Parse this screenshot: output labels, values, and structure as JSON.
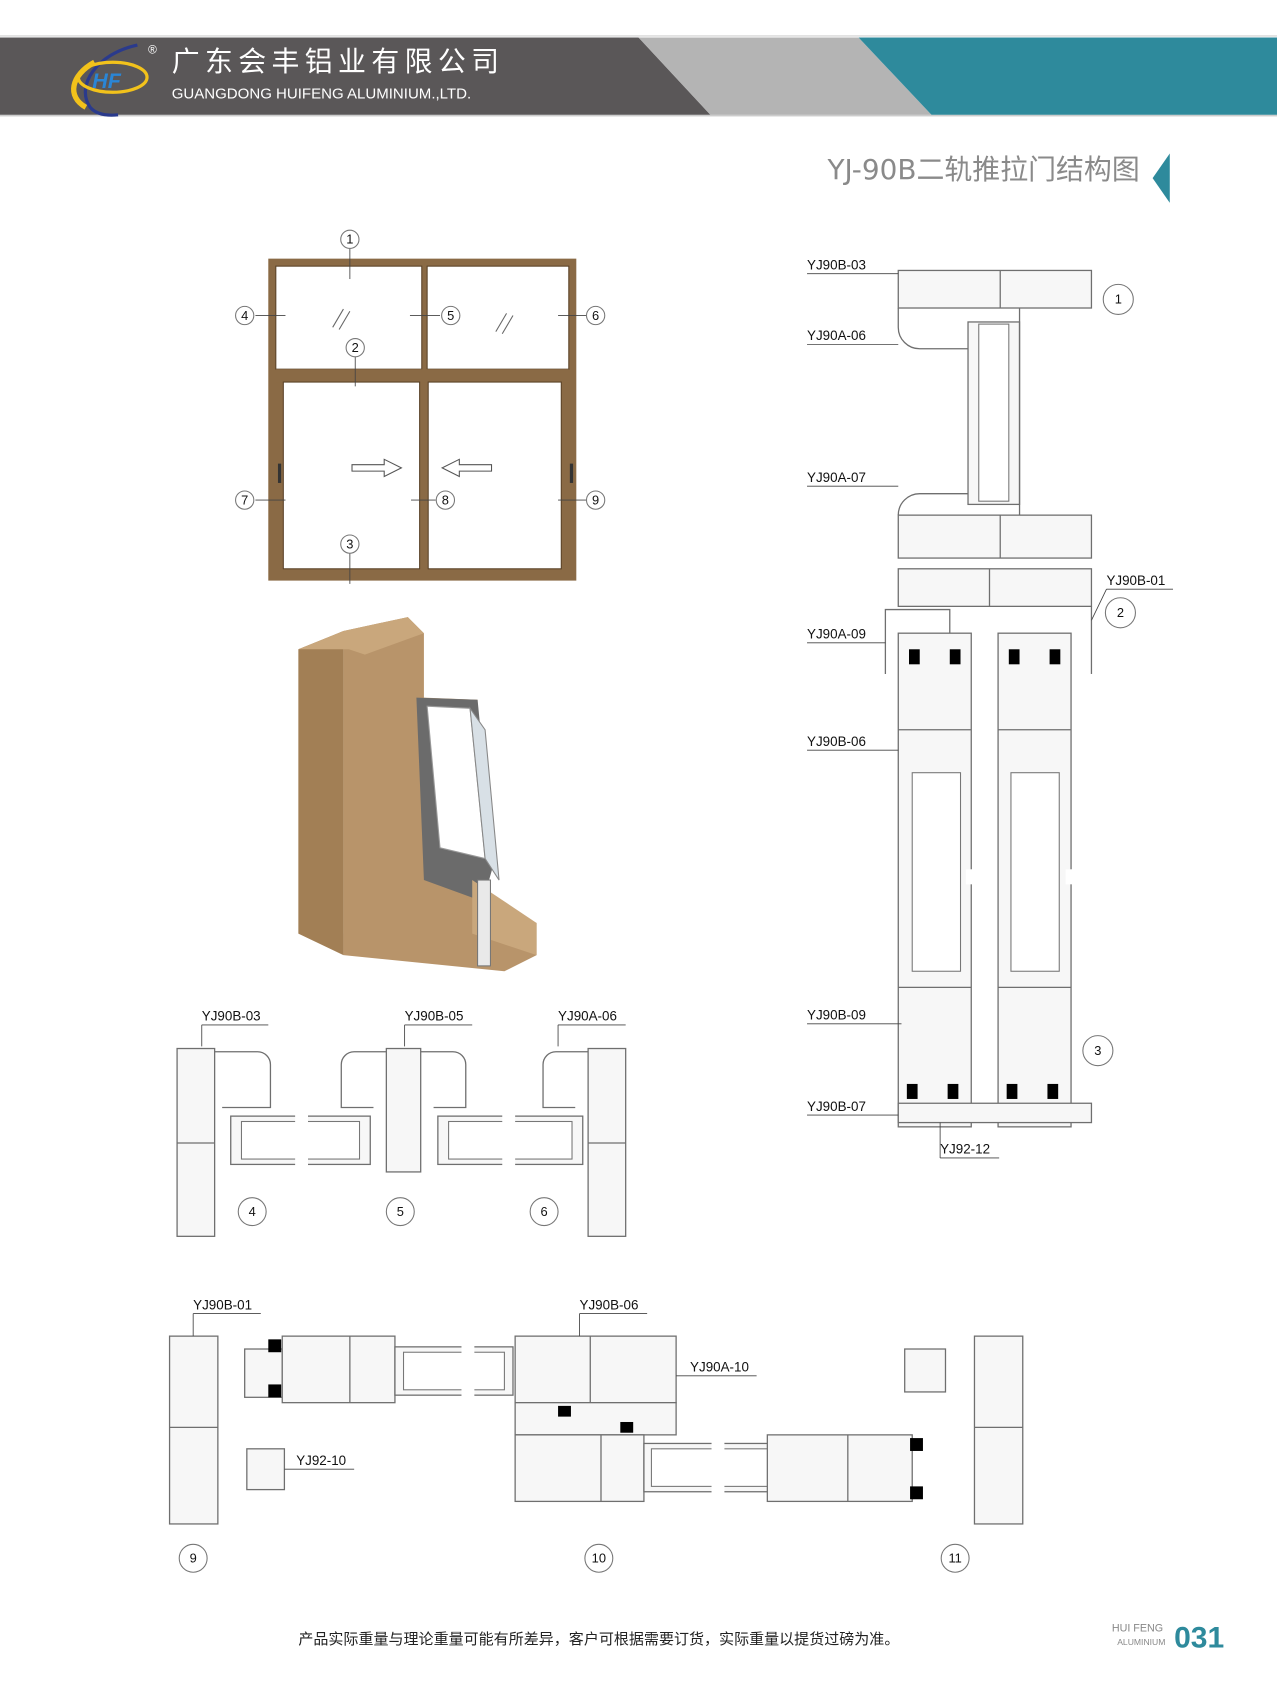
{
  "header": {
    "logo_text": "HF",
    "registered_mark": "®",
    "company_cn": "广东会丰铝业有限公司",
    "company_en": "GUANGDONG HUIFENG ALUMINIUM.,LTD.",
    "colors": {
      "dark": "#5a5758",
      "gray": "#b4b4b4",
      "teal": "#2e8a9c"
    }
  },
  "title": "YJ-90B二轨推拉门结构图",
  "elevation": {
    "callouts": [
      "1",
      "2",
      "3",
      "4",
      "5",
      "6",
      "7",
      "8",
      "9"
    ],
    "frame_color": "#8a6a45"
  },
  "head_section": {
    "labels": [
      "YJ90B-03",
      "YJ90B-05",
      "YJ90A-06"
    ],
    "callouts": [
      "4",
      "5",
      "6"
    ]
  },
  "vertical_section": {
    "labels": [
      "YJ90B-03",
      "YJ90A-06",
      "YJ90A-07",
      "YJ90B-01",
      "YJ90A-09",
      "YJ90B-06",
      "YJ90B-09",
      "YJ90B-07",
      "YJ92-12"
    ],
    "callouts": [
      "1",
      "2",
      "3"
    ]
  },
  "horizontal_section": {
    "labels": [
      "YJ90B-01",
      "YJ90B-06",
      "YJ90A-10",
      "YJ92-10"
    ],
    "callouts": [
      "9",
      "10",
      "11"
    ]
  },
  "footer": {
    "note": "产品实际重量与理论重量可能有所差异，客户可根据需要订货，实际重量以提货过磅为准。",
    "brand_line1": "HUI FENG",
    "brand_line2": "ALUMINIUM",
    "page_number": "031"
  }
}
